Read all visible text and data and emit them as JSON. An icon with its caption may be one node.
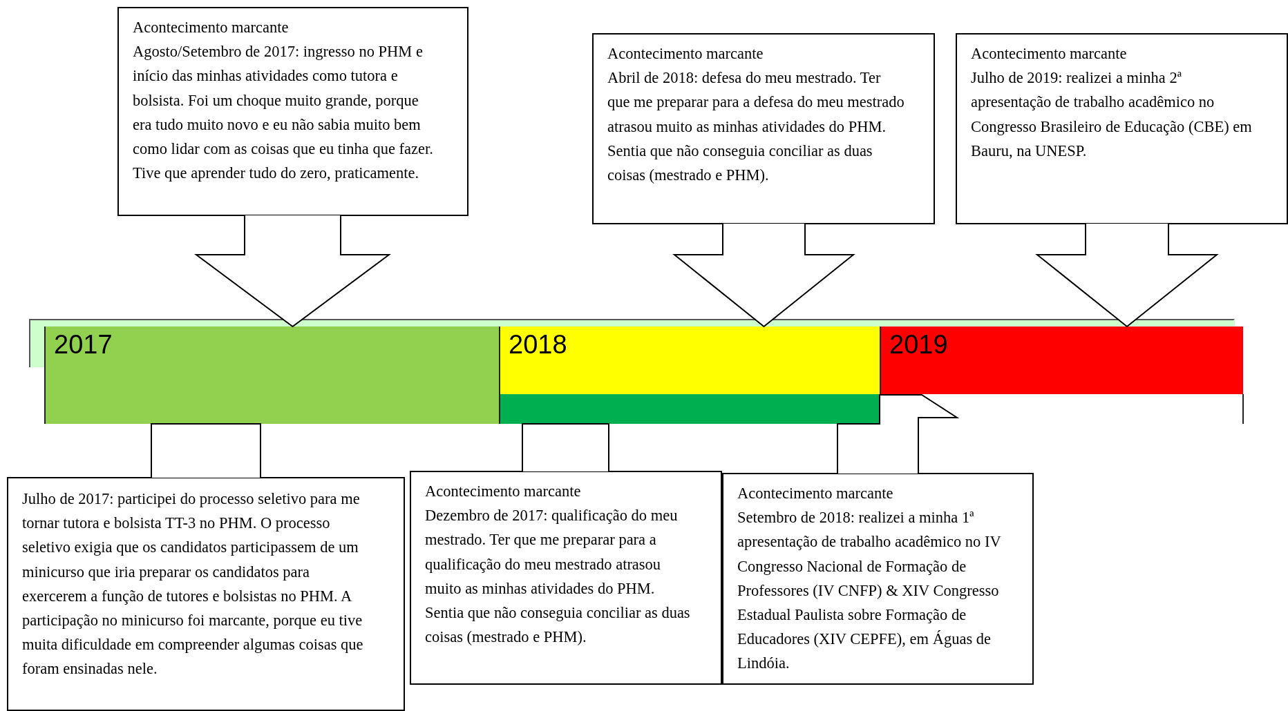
{
  "diagram": {
    "nodes": [
      {
        "text": [
          "2017"
        ]
      },
      {
        "text": [
          "2018"
        ]
      },
      {
        "text": [
          "2019"
        ]
      },
      {
        "text": [
          "Acontecimento marcante",
          "Agosto/Setembro de 2017: ingresso no PHM e início das minhas atividades como tutora e bolsista. Foi um choque muito grande, porque era tudo muito novo e eu não sabia muito bem como lidar com as coisas que eu tinha que fazer. Tive que aprender tudo do zero, praticamente."
        ]
      },
      {
        "text": [
          "Acontecimento marcante",
          "Abril de 2018: defesa do meu mestrado. Ter que me preparar para a defesa do meu mestrado atrasou muito as minhas atividades do PHM. Sentia que não conseguia conciliar as duas coisas (mestrado e PHM)."
        ]
      },
      {
        "text": [
          "Acontecimento marcante",
          "Julho de 2019: realizei a minha 2ª apresentação de trabalho acadêmico no Congresso Brasileiro de Educação (CBE) em Bauru, na UNESP."
        ]
      },
      {
        "text": [
          "Julho de 2017: participei do processo seletivo para me tornar tutora e bolsista TT-3 no PHM. O processo seletivo exigia que os candidatos participassem de um minicurso que iria preparar os candidatos para exercerem a função de tutores e bolsistas no PHM. A participação no minicurso foi marcante, porque eu tive muita dificuldade em compreender algumas coisas que foram ensinadas nele."
        ]
      },
      {
        "text": [
          "Acontecimento marcante",
          "Dezembro de 2017: qualificação do meu mestrado. Ter que me preparar para a qualificação do meu mestrado atrasou muito as minhas atividades do PHM. Sentia que não conseguia conciliar as duas coisas (mestrado e PHM)."
        ]
      },
      {
        "text": [
          "Acontecimento marcante",
          "Setembro de 2018: realizei a minha 1ª apresentação de trabalho acadêmico no IV Congresso Nacional de Formação de Professores (IV CNFP) & XIV Congresso Estadual Paulista sobre Formação de Educadores (XIV CEPFE), em Águas de Lindóia."
        ]
      }
    ],
    "edges": [
      {
        "from": 3,
        "to": 0,
        "arrow": "to"
      },
      {
        "from": 4,
        "to": 1,
        "arrow": "to"
      },
      {
        "from": 5,
        "to": 2,
        "arrow": "to"
      },
      {
        "from": 6,
        "to": 0,
        "arrow": "none"
      },
      {
        "from": 7,
        "to": 1,
        "arrow": "none"
      },
      {
        "from": 8,
        "to": 2,
        "arrow": "to"
      }
    ]
  }
}
